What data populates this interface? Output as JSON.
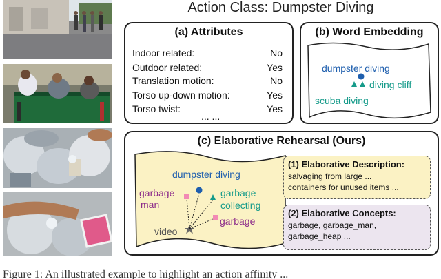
{
  "header": {
    "title": "Action Class: Dumpster Diving"
  },
  "attributes": {
    "title": "(a) Attributes",
    "rows": [
      {
        "name": "Indoor related:",
        "value": "No"
      },
      {
        "name": "Outdoor related:",
        "value": "Yes"
      },
      {
        "name": "Translation motion:",
        "value": "No"
      },
      {
        "name": "Torso up-down motion:",
        "value": "Yes"
      },
      {
        "name": "Torso twist:",
        "value": "Yes"
      },
      {
        "name": "",
        "value": "... ..."
      }
    ]
  },
  "word_embedding": {
    "title": "(b) Word Embedding",
    "labels": {
      "dumpster": "dumpster diving",
      "cliff": "diving cliff",
      "scuba": "scuba diving"
    },
    "colors": {
      "dumpster": "#1f5fae",
      "teal": "#169b8a"
    }
  },
  "elaborative": {
    "title": "(c) Elaborative Rehearsal (Ours)",
    "map_labels": {
      "dumpster": "dumpster diving",
      "garbage_man_1": "garbage",
      "garbage_man_2": "man",
      "collecting_1": "garbage",
      "collecting_2": "collecting",
      "garbage": "garbage",
      "video": "video"
    },
    "colors": {
      "purple": "#8c2c8a",
      "teal": "#169b8a",
      "blue": "#1f5fae",
      "pink": "#f28ab4",
      "paper": "#fbf2c4"
    },
    "description": {
      "title": "(1) Elaborative Description:",
      "lines": [
        "salvaging from large ...",
        "containers for unused items ..."
      ]
    },
    "concepts": {
      "title": "(2) Elaborative Concepts:",
      "lines": [
        "garbage, garbage_man,",
        "garbage_heap ..."
      ]
    }
  },
  "caption": {
    "text": "Figure 1: An illustrated example to highlight an action affinity ..."
  },
  "photos": [
    {
      "icon": "street-photo"
    },
    {
      "icon": "dumpster-photo"
    },
    {
      "icon": "bags-photo"
    },
    {
      "icon": "hand-photo"
    }
  ]
}
